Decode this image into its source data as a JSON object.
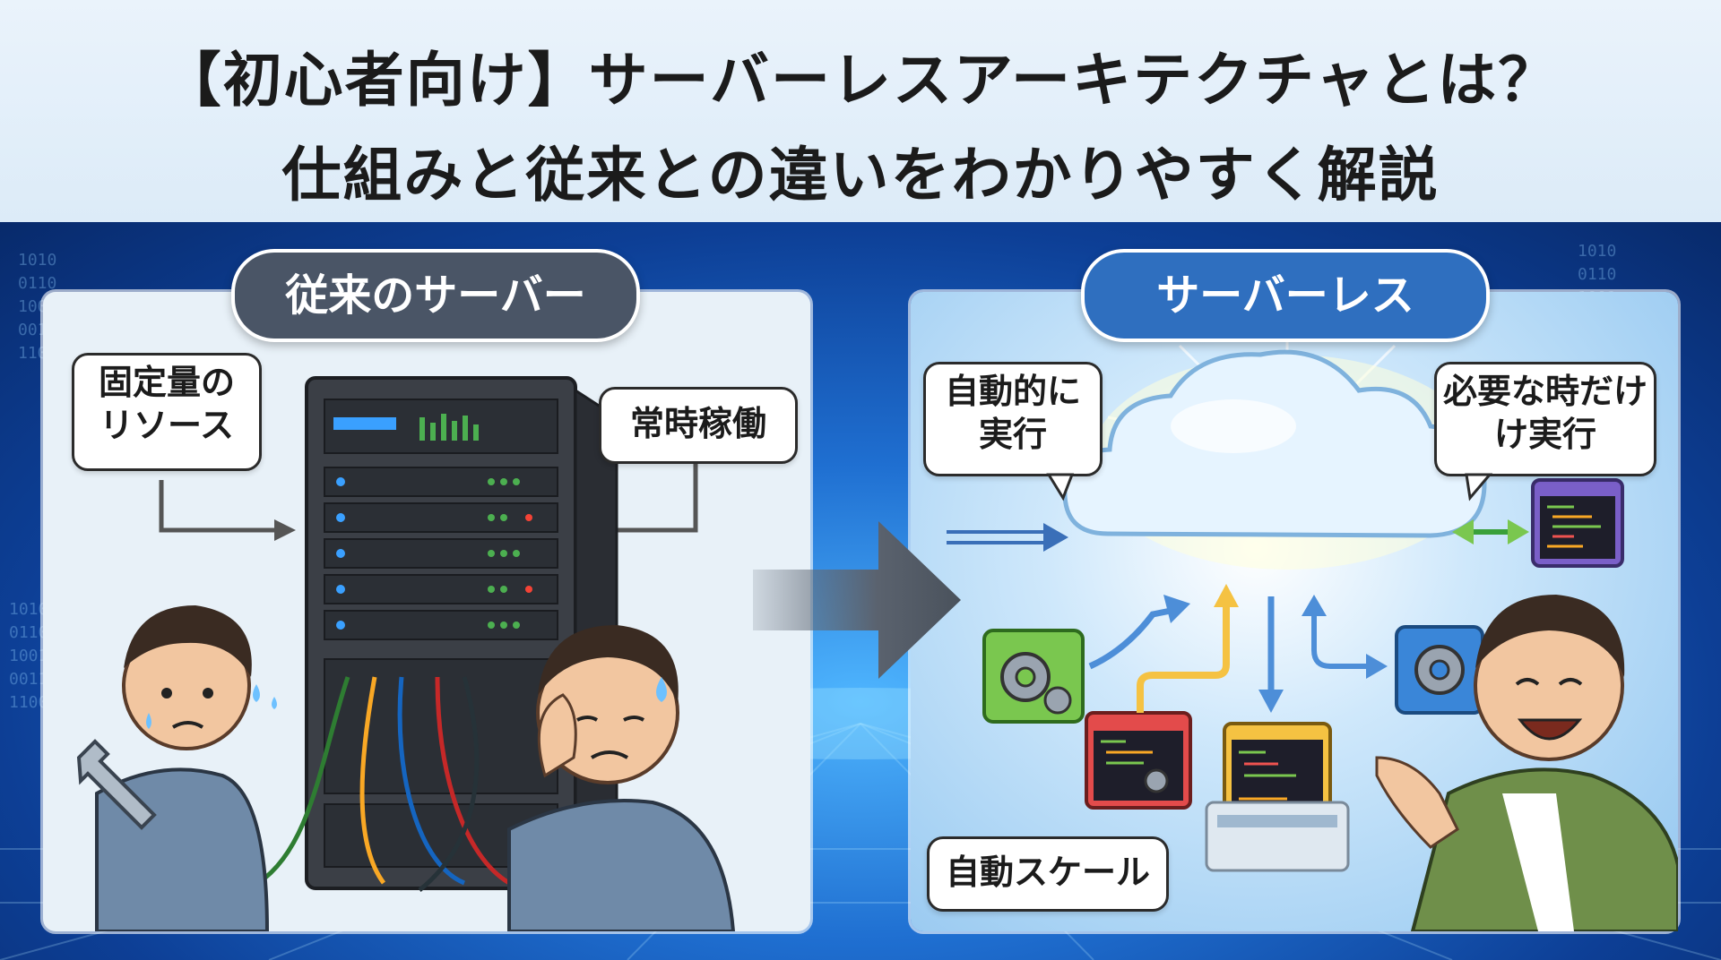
{
  "title": {
    "line1": "【初心者向け】サーバーレスアーキテクチャとは？",
    "line2": "仕組みと従来との違いをわかりやすく解説"
  },
  "left_panel": {
    "heading": "従来のサーバー",
    "callouts": {
      "fixed_resources": [
        "固定量の",
        "リソース"
      ],
      "always_on": "常時稼働"
    }
  },
  "right_panel": {
    "heading": "サーバーレス",
    "callouts": {
      "auto_execute": [
        "自動的に",
        "実行"
      ],
      "run_when_needed": [
        "必要な時だけ",
        "け実行"
      ],
      "auto_scale": "自動スケール"
    }
  },
  "background_binary": "1010 0110 1001 0011 1100",
  "colors": {
    "title_band": "#e4eff9",
    "left_heading": "#4a5566",
    "right_heading": "#2f6fbf",
    "accent_arrow": "#4d8ed8",
    "background": "#1f6fd1"
  },
  "icons": [
    "wrench-icon",
    "server-rack-icon",
    "cloud-icon",
    "gear-icon",
    "code-window-icon",
    "sweat-drop-icon"
  ]
}
